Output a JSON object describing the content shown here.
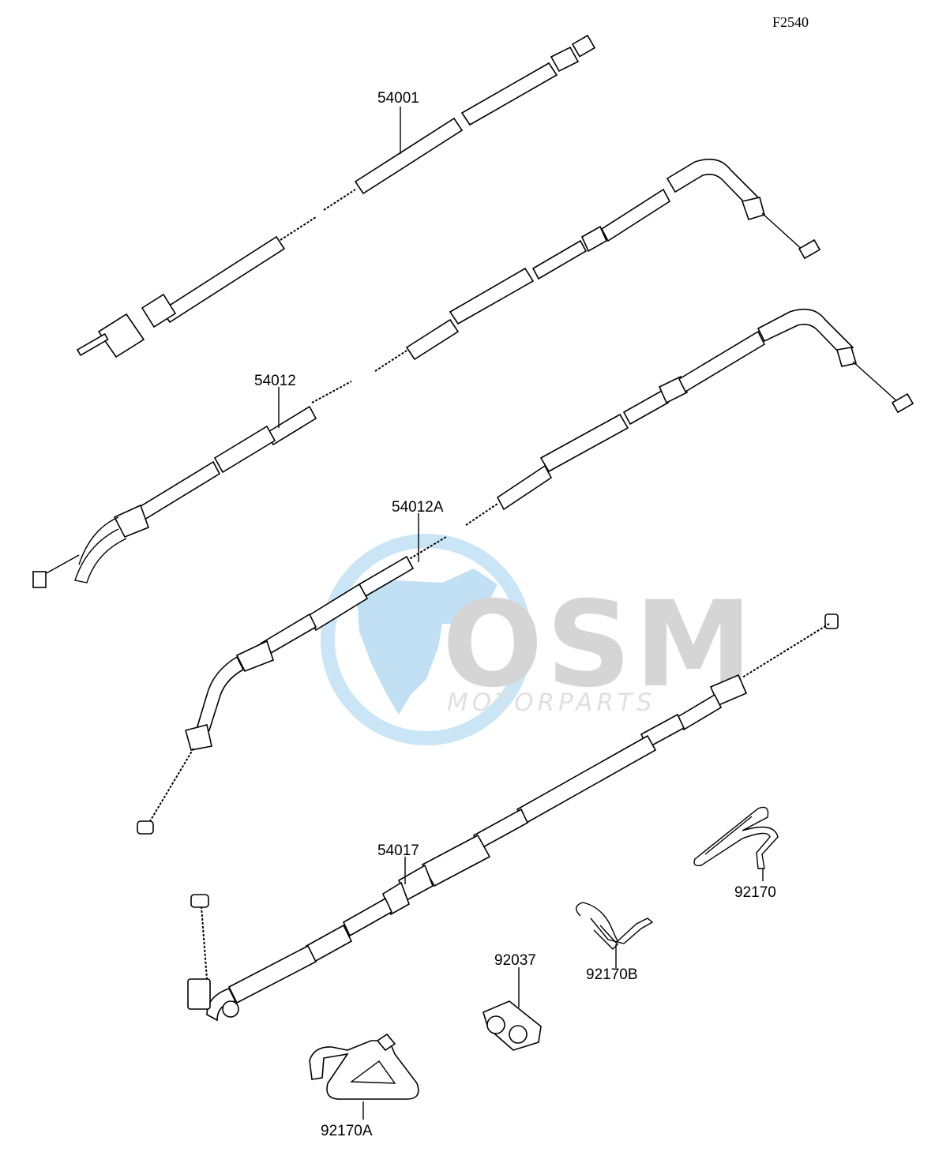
{
  "figure_code": "F2540",
  "parts": [
    {
      "id": "speedometer-cable",
      "label": "54001"
    },
    {
      "id": "throttle-cable-upper",
      "label": "54012"
    },
    {
      "id": "throttle-cable-lower",
      "label": "54012A"
    },
    {
      "id": "clutch-cable",
      "label": "54017"
    },
    {
      "id": "clamp-92037",
      "label": "92037"
    },
    {
      "id": "clip-92170",
      "label": "92170"
    },
    {
      "id": "clip-92170b",
      "label": "92170B"
    },
    {
      "id": "clip-92170a",
      "label": "92170A"
    }
  ],
  "watermark": {
    "brand": "OSM",
    "tagline": "MOTORPARTS",
    "colors": {
      "globe": "#4aa8e0",
      "letters": "#b4b4b4"
    }
  }
}
